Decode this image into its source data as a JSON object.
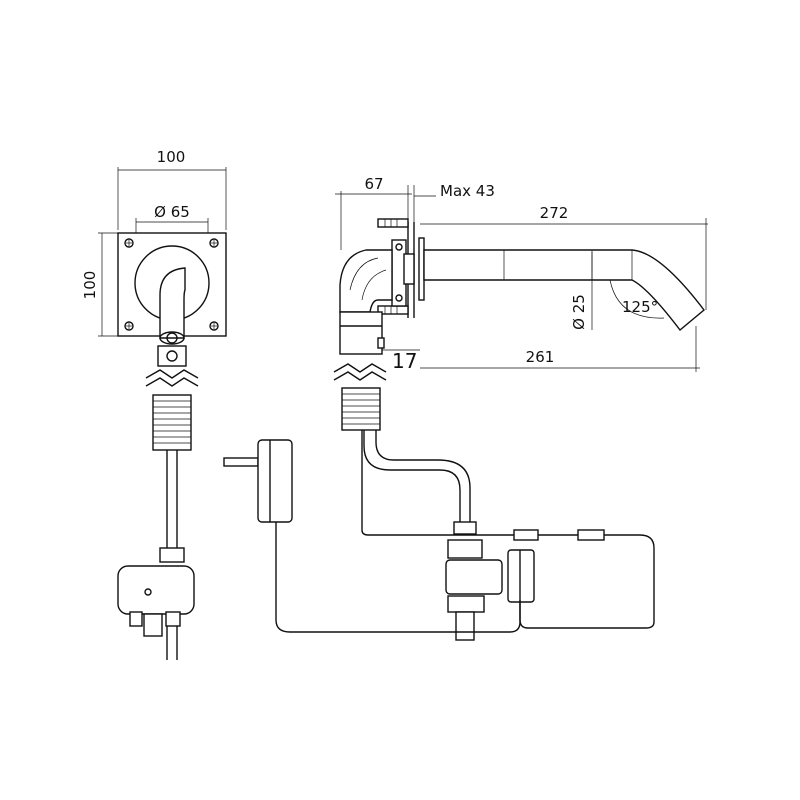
{
  "dimensions": {
    "front_width": "100",
    "front_diameter": "Ø 65",
    "front_height": "100",
    "side_depth": "67",
    "max_wall": "Max 43",
    "spout_length": "272",
    "spout_reach": "261",
    "spout_diameter": "Ø 25",
    "spout_angle": "125°",
    "offset": "17"
  }
}
